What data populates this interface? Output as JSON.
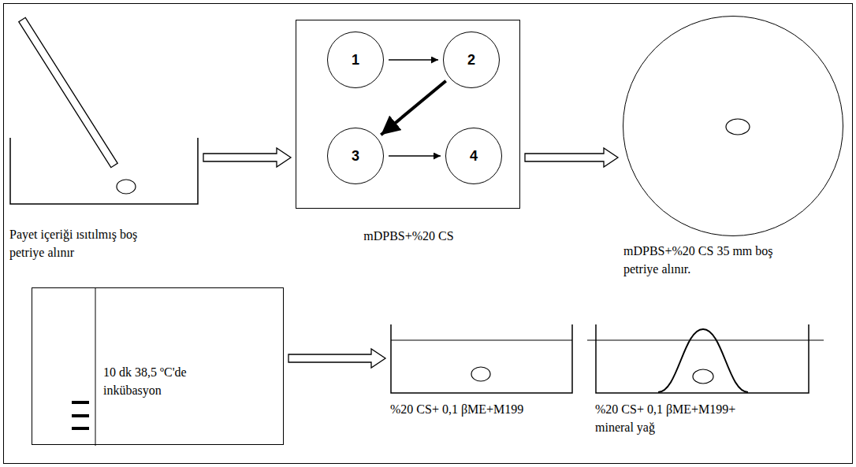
{
  "diagram": {
    "nodes": [
      {
        "text": [
          "Payet içeriği ısıtılmış boş petriye alınır"
        ]
      },
      {
        "text": [
          "mDPBS+%20 CS"
        ]
      },
      {
        "text": [
          "1"
        ],
        "in": 1
      },
      {
        "text": [
          "2"
        ],
        "in": 1
      },
      {
        "text": [
          "3"
        ],
        "in": 1
      },
      {
        "text": [
          "4"
        ],
        "in": 1
      },
      {
        "text": [
          "mDPBS+%20 CS 35 mm boş petriye alınır."
        ]
      },
      {
        "text": [
          "10 dk 38,5 ºC'de inkübasyon"
        ]
      },
      {
        "text": [
          "%20 CS+ 0,1 βME+M199"
        ]
      },
      {
        "text": [
          "%20 CS+ 0,1 βME+M199+ mineral yağ"
        ]
      }
    ],
    "edges": [
      {
        "from": 0,
        "to": 1,
        "arrow": "to"
      },
      {
        "from": 1,
        "to": 6,
        "arrow": "to"
      },
      {
        "from": 2,
        "to": 3,
        "arrow": "to"
      },
      {
        "from": 3,
        "to": 4,
        "arrow": "to"
      },
      {
        "from": 4,
        "to": 5,
        "arrow": "to"
      },
      {
        "from": 7,
        "to": 8,
        "arrow": "to"
      }
    ]
  }
}
